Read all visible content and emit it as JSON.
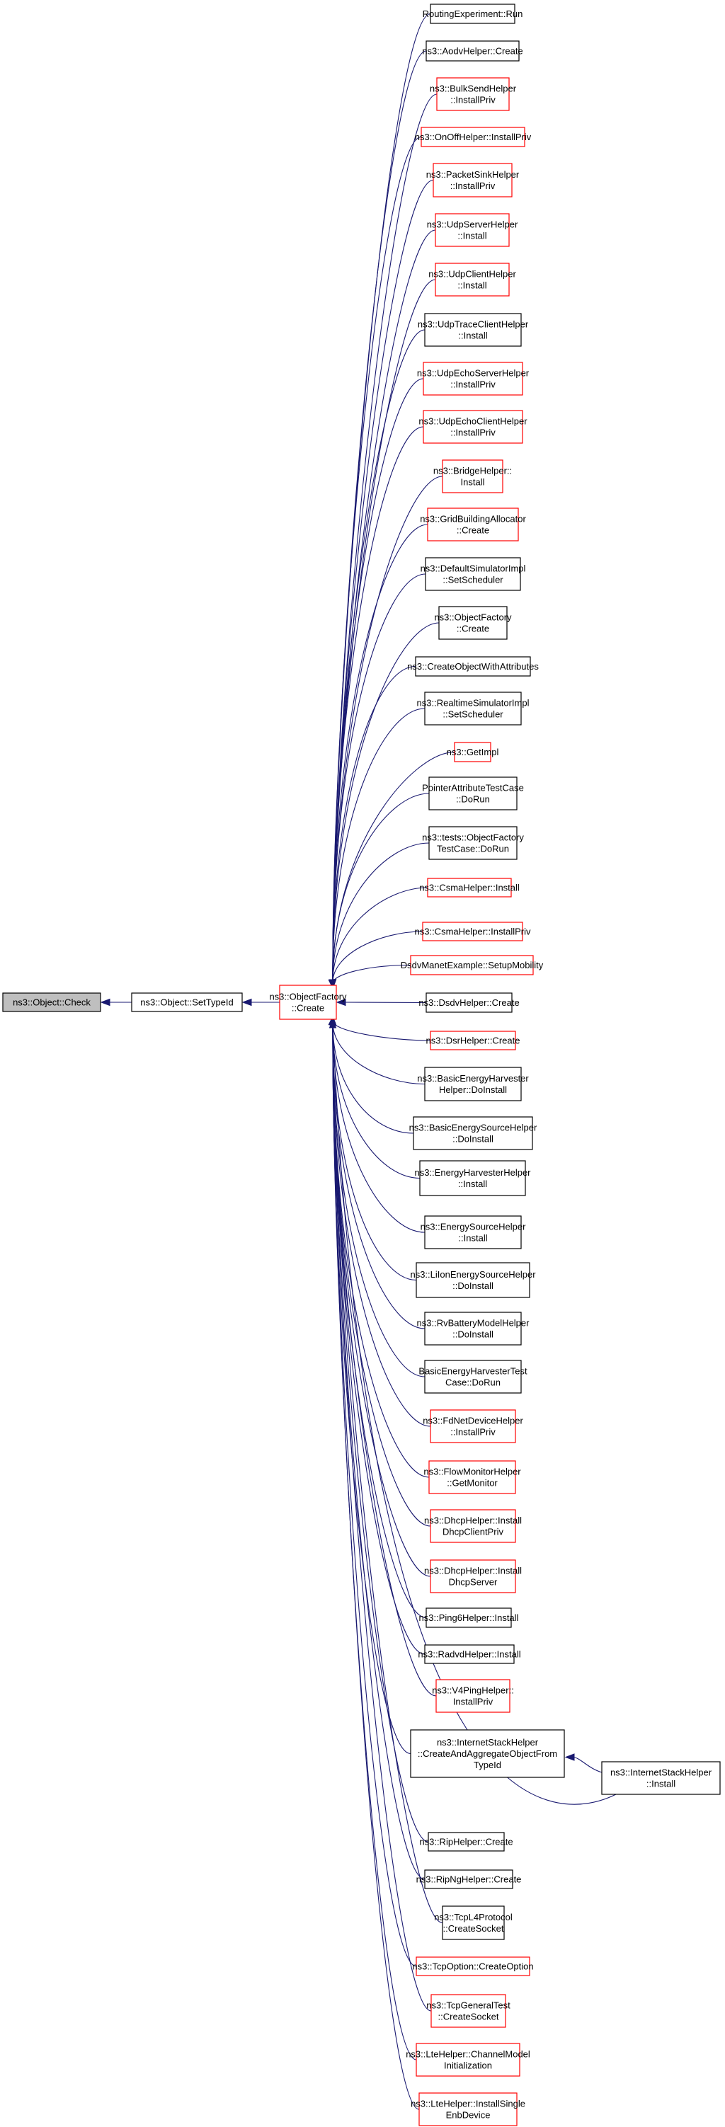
{
  "nodes": {
    "check": {
      "lines": [
        "ns3::Object::Check"
      ],
      "style": "root"
    },
    "settypeid": {
      "lines": [
        "ns3::Object::SetTypeId"
      ],
      "style": "black"
    },
    "ofcreate": {
      "lines": [
        "ns3::ObjectFactory",
        "::Create"
      ],
      "style": "red"
    },
    "internetinstall": {
      "lines": [
        "ns3::InternetStackHelper",
        "::Install"
      ],
      "style": "black"
    }
  },
  "callers": [
    {
      "lines": [
        "RoutingExperiment::Run"
      ],
      "style": "black"
    },
    {
      "lines": [
        "ns3::AodvHelper::Create"
      ],
      "style": "black"
    },
    {
      "lines": [
        "ns3::BulkSendHelper",
        "::InstallPriv"
      ],
      "style": "red"
    },
    {
      "lines": [
        "ns3::OnOffHelper::InstallPriv"
      ],
      "style": "red"
    },
    {
      "lines": [
        "ns3::PacketSinkHelper",
        "::InstallPriv"
      ],
      "style": "red"
    },
    {
      "lines": [
        "ns3::UdpServerHelper",
        "::Install"
      ],
      "style": "red"
    },
    {
      "lines": [
        "ns3::UdpClientHelper",
        "::Install"
      ],
      "style": "red"
    },
    {
      "lines": [
        "ns3::UdpTraceClientHelper",
        "::Install"
      ],
      "style": "black"
    },
    {
      "lines": [
        "ns3::UdpEchoServerHelper",
        "::InstallPriv"
      ],
      "style": "red"
    },
    {
      "lines": [
        "ns3::UdpEchoClientHelper",
        "::InstallPriv"
      ],
      "style": "red"
    },
    {
      "lines": [
        "ns3::BridgeHelper::",
        "Install"
      ],
      "style": "red"
    },
    {
      "lines": [
        "ns3::GridBuildingAllocator",
        "::Create"
      ],
      "style": "red"
    },
    {
      "lines": [
        "ns3::DefaultSimulatorImpl",
        "::SetScheduler"
      ],
      "style": "black"
    },
    {
      "lines": [
        "ns3::ObjectFactory",
        "::Create"
      ],
      "style": "black"
    },
    {
      "lines": [
        "ns3::CreateObjectWithAttributes"
      ],
      "style": "black"
    },
    {
      "lines": [
        "ns3::RealtimeSimulatorImpl",
        "::SetScheduler"
      ],
      "style": "black"
    },
    {
      "lines": [
        "ns3::GetImpl"
      ],
      "style": "red"
    },
    {
      "lines": [
        "PointerAttributeTestCase",
        "::DoRun"
      ],
      "style": "black"
    },
    {
      "lines": [
        "ns3::tests::ObjectFactory",
        "TestCase::DoRun"
      ],
      "style": "black"
    },
    {
      "lines": [
        "ns3::CsmaHelper::Install"
      ],
      "style": "red"
    },
    {
      "lines": [
        "ns3::CsmaHelper::InstallPriv"
      ],
      "style": "red"
    },
    {
      "lines": [
        "DsdvManetExample::SetupMobility"
      ],
      "style": "red"
    },
    {
      "lines": [
        "ns3::DsdvHelper::Create"
      ],
      "style": "black"
    },
    {
      "lines": [
        "ns3::DsrHelper::Create"
      ],
      "style": "red"
    },
    {
      "lines": [
        "ns3::BasicEnergyHarvester",
        "Helper::DoInstall"
      ],
      "style": "black"
    },
    {
      "lines": [
        "ns3::BasicEnergySourceHelper",
        "::DoInstall"
      ],
      "style": "black"
    },
    {
      "lines": [
        "ns3::EnergyHarvesterHelper",
        "::Install"
      ],
      "style": "black"
    },
    {
      "lines": [
        "ns3::EnergySourceHelper",
        "::Install"
      ],
      "style": "black"
    },
    {
      "lines": [
        "ns3::LiIonEnergySourceHelper",
        "::DoInstall"
      ],
      "style": "black"
    },
    {
      "lines": [
        "ns3::RvBatteryModelHelper",
        "::DoInstall"
      ],
      "style": "black"
    },
    {
      "lines": [
        "BasicEnergyHarvesterTest",
        "Case::DoRun"
      ],
      "style": "black"
    },
    {
      "lines": [
        "ns3::FdNetDeviceHelper",
        "::InstallPriv"
      ],
      "style": "red"
    },
    {
      "lines": [
        "ns3::FlowMonitorHelper",
        "::GetMonitor"
      ],
      "style": "red"
    },
    {
      "lines": [
        "ns3::DhcpHelper::Install",
        "DhcpClientPriv"
      ],
      "style": "red"
    },
    {
      "lines": [
        "ns3::DhcpHelper::Install",
        "DhcpServer"
      ],
      "style": "red"
    },
    {
      "lines": [
        "ns3::Ping6Helper::Install"
      ],
      "style": "black"
    },
    {
      "lines": [
        "ns3::RadvdHelper::Install"
      ],
      "style": "black"
    },
    {
      "lines": [
        "ns3::V4PingHelper::",
        "InstallPriv"
      ],
      "style": "red"
    },
    {
      "lines": [
        "ns3::InternetStackHelper",
        "::CreateAndAggregateObjectFrom",
        "TypeId"
      ],
      "style": "black"
    },
    {
      "lines": [
        "ns3::RipHelper::Create"
      ],
      "style": "black"
    },
    {
      "lines": [
        "ns3::RipNgHelper::Create"
      ],
      "style": "black"
    },
    {
      "lines": [
        "ns3::TcpL4Protocol",
        "::CreateSocket"
      ],
      "style": "black"
    },
    {
      "lines": [
        "ns3::TcpOption::CreateOption"
      ],
      "style": "red"
    },
    {
      "lines": [
        "ns3::TcpGeneralTest",
        "::CreateSocket"
      ],
      "style": "red"
    },
    {
      "lines": [
        "ns3::LteHelper::ChannelModel",
        "Initialization"
      ],
      "style": "red"
    },
    {
      "lines": [
        "ns3::LteHelper::InstallSingle",
        "EnbDevice"
      ],
      "style": "red"
    }
  ]
}
